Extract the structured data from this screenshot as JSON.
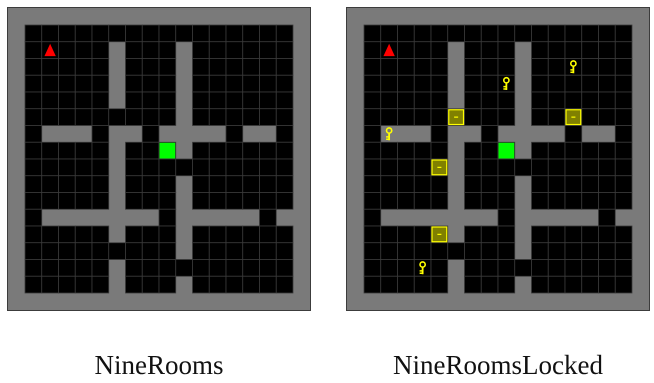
{
  "colors": {
    "wall": "#7a7a7a",
    "floor": "#000000",
    "grid": "#3a3a3a",
    "goal": "#00ff00",
    "agent": "#ff0000",
    "key": "#ffff00",
    "door_fill": "#808000",
    "door_border": "#ffff00"
  },
  "legend": {
    "agent": "red-triangle-agent",
    "goal": "green-square-goal",
    "key": "yellow-key-icon",
    "door": "locked-door-icon"
  },
  "grid": {
    "size": 16,
    "floor_cells": [
      "................",
      ".....*...*......",
      ".....*...*......",
      ".....*...*......",
      ".....*...*......",
      ".........*......",
      ".***.**.****.**.",
      ".....*...*......",
      ".....*..........",
      ".....*...*......",
      ".....*...*......",
      ".*******.*****.*",
      ".....*...*......",
      ".........*......",
      ".....*..........",
      ".....*...*......"
    ]
  },
  "panels": [
    {
      "id": "nine-rooms",
      "caption": "NineRooms",
      "agent": {
        "cell": [
          1,
          1
        ],
        "dir": "up"
      },
      "goal": {
        "cell": [
          8,
          7
        ]
      },
      "keys": [],
      "doors": []
    },
    {
      "id": "nine-rooms-locked",
      "caption": "NineRoomsLocked",
      "agent": {
        "cell": [
          1,
          1
        ],
        "dir": "up"
      },
      "goal": {
        "cell": [
          8,
          7
        ]
      },
      "keys": [
        [
          12,
          2
        ],
        [
          8,
          3
        ],
        [
          1,
          6
        ],
        [
          3,
          14
        ]
      ],
      "doors": [
        [
          5,
          5
        ],
        [
          12,
          5
        ],
        [
          4,
          8
        ],
        [
          4,
          12
        ]
      ]
    }
  ]
}
